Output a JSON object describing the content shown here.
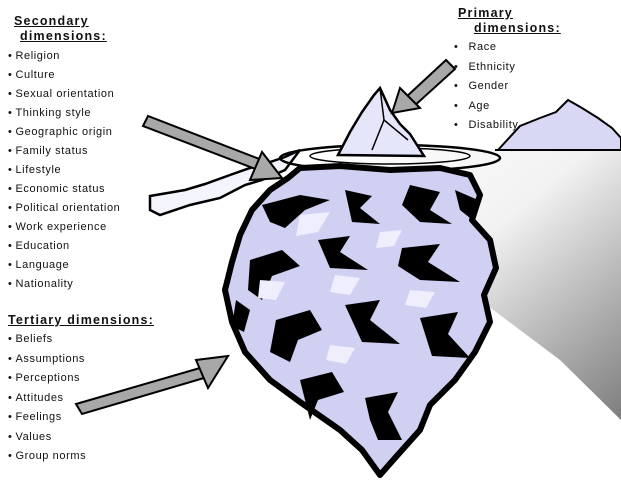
{
  "secondary": {
    "heading_line1": "Secondary",
    "heading_line2": "dimensions:",
    "items": [
      "Religion",
      "Culture",
      "Sexual orientation",
      "Thinking style",
      "Geographic origin",
      "Family status",
      "Lifestyle",
      "Economic status",
      "Political orientation",
      "Work experience",
      "Education",
      "Language",
      "Nationality"
    ]
  },
  "primary": {
    "heading_line1": "Primary",
    "heading_line2": "dimensions:",
    "items": [
      "Race",
      "Ethnicity",
      "Gender",
      "Age",
      "Disability"
    ]
  },
  "tertiary": {
    "heading": "Tertiary dimensions:",
    "items": [
      "Beliefs",
      "Assumptions",
      "Perceptions",
      "Attitudes",
      "Feelings",
      "Values",
      "Group norms"
    ]
  },
  "colors": {
    "ice": "#cfd0f2",
    "ice_light": "#e9e9fb",
    "outline": "#000000",
    "arrow": "#a8a8a8",
    "water_dark": "#8a8a8a"
  }
}
